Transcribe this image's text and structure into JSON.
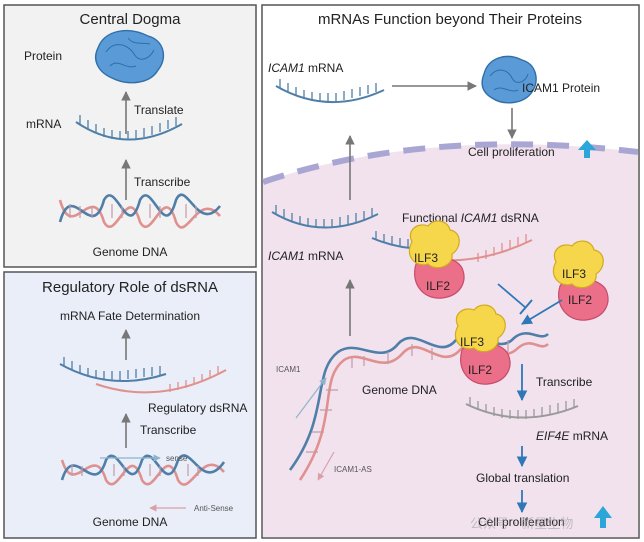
{
  "panels": {
    "central": {
      "title": "Central Dogma",
      "protein": "Protein",
      "translate": "Translate",
      "mrna": "mRNA",
      "transcribe": "Transcribe",
      "genome": "Genome DNA"
    },
    "regulatory": {
      "title": "Regulatory Role of dsRNA",
      "fate": "mRNA Fate Determination",
      "dsrna": "Regulatory dsRNA",
      "transcribe": "Transcribe",
      "sense": "sense",
      "antisense": "Anti-Sense",
      "genome": "Genome DNA"
    },
    "mrnas": {
      "title": "mRNAs Function beyond Their Proteins",
      "icam1_mrna_top_gene": "ICAM1",
      "icam1_mrna_top_suffix": " mRNA",
      "icam1_protein": "ICAM1 Protein",
      "cell_prolif_top": "Cell proliferation",
      "functional_prefix": "Functional ",
      "functional_gene": "ICAM1",
      "functional_suffix": " dsRNA",
      "icam1_mrna_mid_gene": "ICAM1",
      "icam1_mrna_mid_suffix": " mRNA",
      "ilf3": "ILF3",
      "ilf2": "ILF2",
      "icam1_strand": "ICAM1",
      "icam1_as": "ICAM1-AS",
      "genome": "Genome DNA",
      "transcribe": "Transcribe",
      "eif4e_gene": "EIF4E",
      "eif4e_suffix": " mRNA",
      "global_translation": "Global translation",
      "cell_prolif_bottom": "Cell proliferation"
    }
  },
  "watermark": "公众号 · 新星生物",
  "colors": {
    "blue_strand": "#4f7fa8",
    "red_strand": "#e0908e",
    "protein_blue": "#5a9ad6",
    "ilf3_yellow": "#f6d64a",
    "ilf2_pink": "#ec6f8a",
    "arrow_blue": "#2f78b8",
    "up_arrow": "#2aa6d9",
    "nucleus_fill": "#f1e2ee",
    "dsrna_panel_fill": "#e9eef8"
  }
}
